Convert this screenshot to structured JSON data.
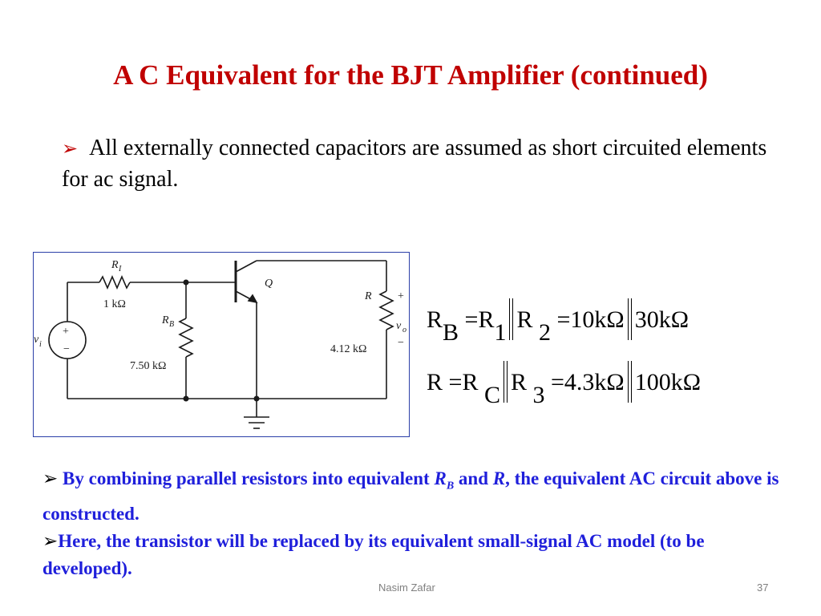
{
  "slide": {
    "title": "A C Equivalent for the BJT Amplifier (continued)",
    "bullet1": {
      "arrow": "➢",
      "text": "All externally connected capacitors are assumed as short circuited elements for ac signal."
    },
    "circuit": {
      "r1_label": "R",
      "r1_sub": "I",
      "r1_value": "1 kΩ",
      "rb_label": "R",
      "rb_sub": "B",
      "rb_value": "7.50 kΩ",
      "r_label": "R",
      "r_value": "4.12 kΩ",
      "q_label": "Q",
      "vi_label": "v",
      "vi_sub": "i",
      "vo_label": "v",
      "vo_sub": "o",
      "plus": "+",
      "minus": "−"
    },
    "equations": {
      "eq1": {
        "lhs": "R",
        "lhs_sub": "B",
        "eq": "=",
        "r1": "R",
        "r1_sub": "1",
        "r2": "R",
        "r2_sub": "2",
        "eq2": "=",
        "v1": "10kΩ",
        "v2": "30kΩ"
      },
      "eq2": {
        "lhs": "R",
        "eq": "=",
        "rc": "R",
        "rc_sub": "C",
        "r3": "R",
        "r3_sub": "3",
        "eq2": "=",
        "v1": "4.3kΩ",
        "v2": "100kΩ"
      }
    },
    "bottom": {
      "arrow": "➢",
      "p1_start": "By combining parallel resistors into equivalent",
      "p1_rb": "R",
      "p1_rb_sub": "B",
      "p1_and": "and",
      "p1_r": "R",
      "p1_end": ", the equivalent AC circuit above is constructed.",
      "p2": "Here, the transistor will be replaced by its equivalent small-signal AC model (to be developed)."
    },
    "footer": {
      "author": "Nasim Zafar",
      "page": "37"
    }
  }
}
